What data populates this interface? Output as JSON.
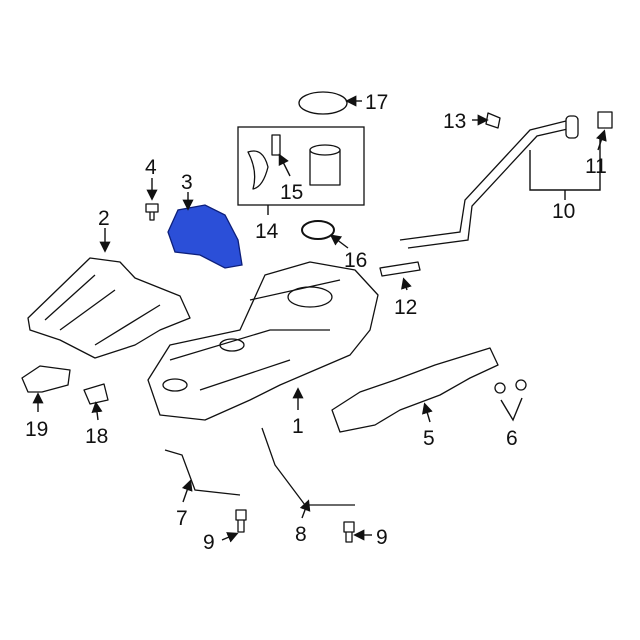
{
  "diagram": {
    "title": "Fuel tank components diagram",
    "highlight_color": "#2b4fd8",
    "callouts": {
      "c1": "1",
      "c2": "2",
      "c3": "3",
      "c4": "4",
      "c5": "5",
      "c6": "6",
      "c7": "7",
      "c8": "8",
      "c9a": "9",
      "c9b": "9",
      "c10": "10",
      "c11": "11",
      "c12": "12",
      "c13": "13",
      "c14": "14",
      "c15": "15",
      "c16": "16",
      "c17": "17",
      "c18": "18",
      "c19": "19"
    }
  }
}
